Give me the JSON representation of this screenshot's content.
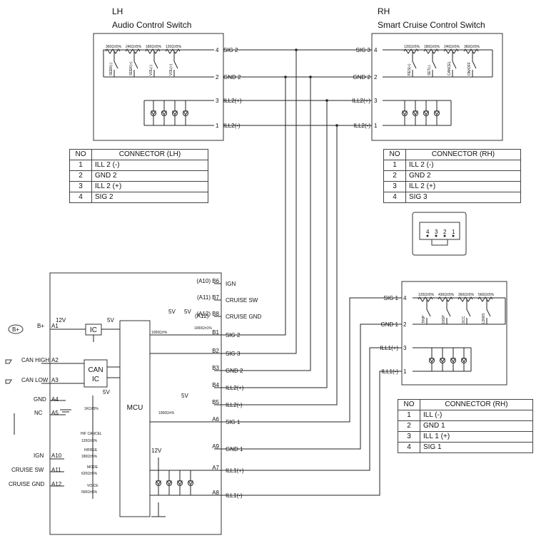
{
  "lh": {
    "side": "LH",
    "title": "Audio Control Switch"
  },
  "rh": {
    "side": "RH",
    "title": "Smart Cruise Control Switch"
  },
  "lh_switches": [
    {
      "res": "360Ω±5%",
      "label": "SEEK(-)"
    },
    {
      "res": "240Ω±5%",
      "label": "SEEK(+)"
    },
    {
      "res": "180Ω±5%",
      "label": "VOL(-)"
    },
    {
      "res": "120Ω±5%",
      "label": "VOL(+)"
    }
  ],
  "rh_switches": [
    {
      "res": "120Ω±5%",
      "label": "RES(+)"
    },
    {
      "res": "180Ω±5%",
      "label": "SET(-)"
    },
    {
      "res": "240Ω±5%",
      "label": "CANCEL"
    },
    {
      "res": "360Ω±5%",
      "label": "ON/OFF"
    }
  ],
  "sw3_switches": [
    {
      "res": "120Ω±5%",
      "label": "TRIP"
    },
    {
      "res": "430Ω±5%",
      "label": "DISP"
    },
    {
      "res": "360Ω±5%",
      "label": "SCC"
    },
    {
      "res": "560Ω±5%",
      "label": "LDWS"
    }
  ],
  "lh_pins": [
    {
      "num": "4",
      "name": "SIG 2"
    },
    {
      "num": "2",
      "name": "GND 2"
    },
    {
      "num": "3",
      "name": "ILL2(+)"
    },
    {
      "num": "1",
      "name": "ILL2(-)"
    }
  ],
  "rh_pins": [
    {
      "num": "4",
      "name": "SIG 3"
    },
    {
      "num": "2",
      "name": "GND 2"
    },
    {
      "num": "3",
      "name": "ILL2(+)"
    },
    {
      "num": "1",
      "name": "ILL2(-)"
    }
  ],
  "sw3_pins": [
    {
      "num": "4",
      "name": "SIG 1"
    },
    {
      "num": "2",
      "name": "GND 1"
    },
    {
      "num": "3",
      "name": "ILL1(+)"
    },
    {
      "num": "1",
      "name": "ILL1(-)"
    }
  ],
  "table_lh": {
    "header": [
      "NO",
      "CONNECTOR (LH)"
    ],
    "rows": [
      [
        "1",
        "ILL 2 (-)"
      ],
      [
        "2",
        "GND 2"
      ],
      [
        "3",
        "ILL 2 (+)"
      ],
      [
        "4",
        "SIG 2"
      ]
    ]
  },
  "table_rh": {
    "header": [
      "NO",
      "CONNECTOR (RH)"
    ],
    "rows": [
      [
        "1",
        "ILL 2 (-)"
      ],
      [
        "2",
        "GND 2"
      ],
      [
        "3",
        "ILL 2 (+)"
      ],
      [
        "4",
        "SIG 3"
      ]
    ]
  },
  "table_rh2": {
    "header": [
      "NO",
      "CONNECTOR (RH)"
    ],
    "rows": [
      [
        "1",
        "ILL (-)"
      ],
      [
        "2",
        "GND 1"
      ],
      [
        "3",
        "ILL 1 (+)"
      ],
      [
        "4",
        "SIG 1"
      ]
    ]
  },
  "connector_pins": [
    "4",
    "3",
    "2",
    "1"
  ],
  "module_pins": [
    {
      "pin": "(A10)  B6",
      "sig": "IGN"
    },
    {
      "pin": "(A11)  B7",
      "sig": "CRUISE SW"
    },
    {
      "pin": "(A12)  B8",
      "sig": "CRUISE GND"
    },
    {
      "pin": "B1",
      "sig": "SIG 2"
    },
    {
      "pin": "B2",
      "sig": "SIG 3"
    },
    {
      "pin": "B3",
      "sig": "GND 2"
    },
    {
      "pin": "B4",
      "sig": "ILL2(+)"
    },
    {
      "pin": "B5",
      "sig": "ILL2(-)"
    },
    {
      "pin": "A6",
      "sig": "SIG 1"
    },
    {
      "pin": "A9",
      "sig": "GND 1"
    },
    {
      "pin": "A7",
      "sig": "ILL1(+)"
    },
    {
      "pin": "A8",
      "sig": "ILL1(-)"
    }
  ],
  "left_pins": [
    {
      "name": "B+",
      "pin": "A1"
    },
    {
      "name": "CAN HIGH",
      "pin": "A2"
    },
    {
      "name": "CAN LOW",
      "pin": "A3"
    },
    {
      "name": "GND",
      "pin": "A4"
    },
    {
      "name": "NC",
      "pin": "A5"
    },
    {
      "name": "IGN",
      "pin": "A10"
    },
    {
      "name": "CRUISE SW",
      "pin": "A11"
    },
    {
      "name": "CRUISE GND",
      "pin": "A12"
    }
  ],
  "battery": "B+",
  "mcu": "MCU",
  "ic": "IC",
  "can_ic": [
    "CAN",
    "IC"
  ],
  "voltages": {
    "v12": "12V",
    "v5": "5V",
    "v12b": "12V"
  },
  "pullups": [
    {
      "v": "5V",
      "r": "1000Ω±%"
    },
    {
      "v": "5V",
      "pin": "(A12)",
      "r": "1000Ω±1%"
    },
    {
      "v": "5V",
      "r": "1KΩ±5%"
    },
    {
      "v": "5V",
      "r": "1000Ω±%"
    }
  ],
  "steering_keys": [
    {
      "name": "H/F CANCEL",
      "res": "120Ω±5%"
    },
    {
      "name": "H/FREE",
      "res": "180Ω±5%"
    },
    {
      "name": "MODE",
      "res": "620Ω±5%"
    },
    {
      "name": "VOICE",
      "res": "560Ω±5%"
    }
  ]
}
